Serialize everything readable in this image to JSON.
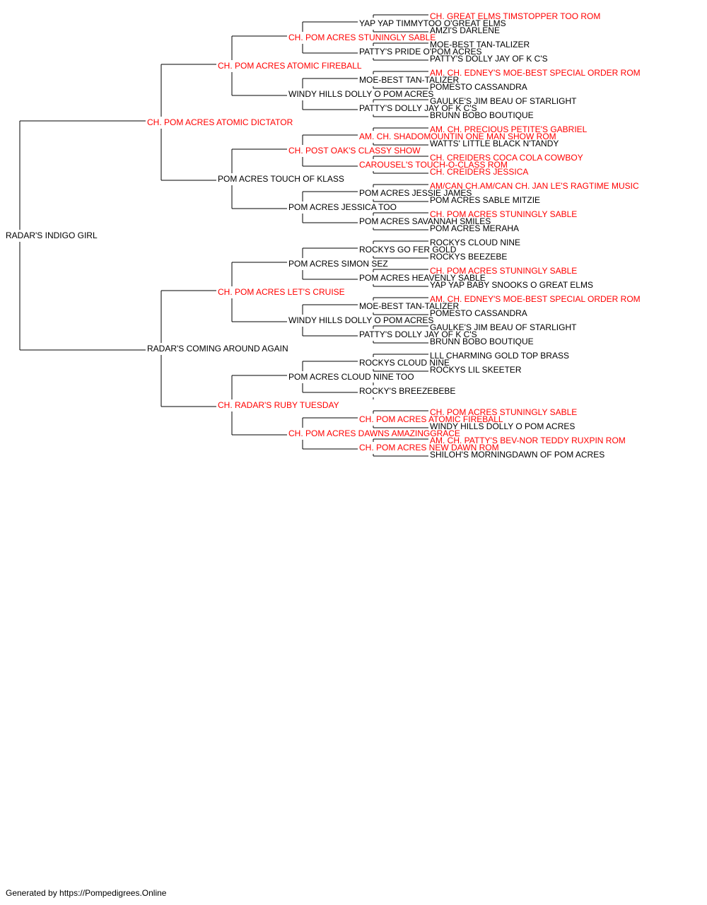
{
  "colors": {
    "champion": "#ff0000",
    "normal": "#000000",
    "line": "#000000"
  },
  "footer": "Generated by https://Pompedigrees.Online",
  "pedigree": {
    "name": "RADAR'S INDIGO GIRL",
    "champion": false,
    "sire": {
      "name": "CH. POM ACRES ATOMIC DICTATOR",
      "champion": true,
      "sire": {
        "name": "CH. POM ACRES ATOMIC FIREBALL",
        "champion": true,
        "sire": {
          "name": "CH. POM ACRES STUNINGLY SABLE",
          "champion": true,
          "sire": {
            "name": "YAP YAP TIMMYTOO O'GREAT ELMS",
            "champion": false,
            "sire": {
              "name": "CH. GREAT ELMS TIMSTOPPER TOO ROM",
              "champion": true
            },
            "dam": {
              "name": "AMZI'S DARLENE",
              "champion": false
            }
          },
          "dam": {
            "name": "PATTY'S PRIDE O'POM ACRES",
            "champion": false,
            "sire": {
              "name": "MOE-BEST TAN-TALIZER",
              "champion": false
            },
            "dam": {
              "name": "PATTY'S DOLLY JAY OF K C'S",
              "champion": false
            }
          }
        },
        "dam": {
          "name": "WINDY HILLS DOLLY O POM ACRES",
          "champion": false,
          "sire": {
            "name": "MOE-BEST TAN-TALIZER",
            "champion": false,
            "sire": {
              "name": "AM. CH. EDNEY'S MOE-BEST SPECIAL ORDER ROM",
              "champion": true
            },
            "dam": {
              "name": "POMESTO CASSANDRA",
              "champion": false
            }
          },
          "dam": {
            "name": "PATTY'S DOLLY JAY OF K C'S",
            "champion": false,
            "sire": {
              "name": "GAULKE'S JIM BEAU OF STARLIGHT",
              "champion": false
            },
            "dam": {
              "name": "BRUNN BOBO BOUTIQUE",
              "champion": false
            }
          }
        }
      },
      "dam": {
        "name": "POM ACRES TOUCH OF KLASS",
        "champion": false,
        "sire": {
          "name": "CH. POST OAK'S CLASSY SHOW",
          "champion": true,
          "sire": {
            "name": "AM. CH. SHADOMOUNTIN ONE MAN SHOW ROM",
            "champion": true,
            "sire": {
              "name": "AM. CH. PRECIOUS PETITE'S GABRIEL",
              "champion": true
            },
            "dam": {
              "name": "WATTS' LITTLE BLACK N'TANDY",
              "champion": false
            }
          },
          "dam": {
            "name": "CAROUSEL'S TOUCH-O-CLASS ROM",
            "champion": true,
            "sire": {
              "name": "CH. CREIDERS COCA COLA COWBOY",
              "champion": true
            },
            "dam": {
              "name": "CH. CREIDERS JESSICA",
              "champion": true
            }
          }
        },
        "dam": {
          "name": "POM ACRES JESSICA TOO",
          "champion": false,
          "sire": {
            "name": "POM ACRES JESSIE JAMES",
            "champion": false,
            "sire": {
              "name": "AM/CAN CH.AM/CAN CH. JAN LE'S RAGTIME MUSIC",
              "champion": true
            },
            "dam": {
              "name": "POM ACRES SABLE MITZIE",
              "champion": false
            }
          },
          "dam": {
            "name": "POM ACRES SAVANNAH SMILES",
            "champion": false,
            "sire": {
              "name": "CH. POM ACRES STUNINGLY SABLE",
              "champion": true
            },
            "dam": {
              "name": "POM ACRES MERAHA",
              "champion": false
            }
          }
        }
      }
    },
    "dam": {
      "name": "RADAR'S COMING AROUND AGAIN",
      "champion": false,
      "sire": {
        "name": "CH. POM ACRES LET'S CRUISE",
        "champion": true,
        "sire": {
          "name": "POM ACRES SIMON SEZ",
          "champion": false,
          "sire": {
            "name": "ROCKYS GO FER GOLD",
            "champion": false,
            "sire": {
              "name": "ROCKYS CLOUD NINE",
              "champion": false
            },
            "dam": {
              "name": "ROCKYS BEEZEBE",
              "champion": false
            }
          },
          "dam": {
            "name": "POM ACRES HEAVENLY SABLE",
            "champion": false,
            "sire": {
              "name": "CH. POM ACRES STUNINGLY SABLE",
              "champion": true
            },
            "dam": {
              "name": "YAP YAP BABY SNOOKS O GREAT ELMS",
              "champion": false
            }
          }
        },
        "dam": {
          "name": "WINDY HILLS DOLLY O POM ACRES",
          "champion": false,
          "sire": {
            "name": "MOE-BEST TAN-TALIZER",
            "champion": false,
            "sire": {
              "name": "AM. CH. EDNEY'S MOE-BEST SPECIAL ORDER ROM",
              "champion": true
            },
            "dam": {
              "name": "POMESTO CASSANDRA",
              "champion": false
            }
          },
          "dam": {
            "name": "PATTY'S DOLLY JAY OF K C'S",
            "champion": false,
            "sire": {
              "name": "GAULKE'S JIM BEAU OF STARLIGHT",
              "champion": false
            },
            "dam": {
              "name": "BRUNN BOBO BOUTIQUE",
              "champion": false
            }
          }
        }
      },
      "dam": {
        "name": "CH. RADAR'S RUBY TUESDAY",
        "champion": true,
        "sire": {
          "name": "POM ACRES CLOUD NINE TOO",
          "champion": false,
          "sire": {
            "name": "ROCKYS CLOUD NINE",
            "champion": false,
            "sire": {
              "name": "LLL CHARMING GOLD TOP BRASS",
              "champion": false
            },
            "dam": {
              "name": "ROCKYS LIL SKEETER",
              "champion": false
            }
          },
          "dam": {
            "name": "ROCKY'S BREEZEBEBE",
            "champion": false
          }
        },
        "dam": {
          "name": "CH. POM ACRES DAWNS AMAZINGGRACE",
          "champion": true,
          "sire": {
            "name": "CH. POM ACRES ATOMIC FIREBALL",
            "champion": true,
            "sire": {
              "name": "CH. POM ACRES STUNINGLY SABLE",
              "champion": true
            },
            "dam": {
              "name": "WINDY HILLS DOLLY O POM ACRES",
              "champion": false
            }
          },
          "dam": {
            "name": "CH. POM ACRES NEW DAWN ROM",
            "champion": true,
            "sire": {
              "name": "AM. CH. PATTY'S BEV-NOR TEDDY RUXPIN ROM",
              "champion": true
            },
            "dam": {
              "name": "SHILOH'S MORNINGDAWN OF POM ACRES",
              "champion": false
            }
          }
        }
      }
    }
  }
}
